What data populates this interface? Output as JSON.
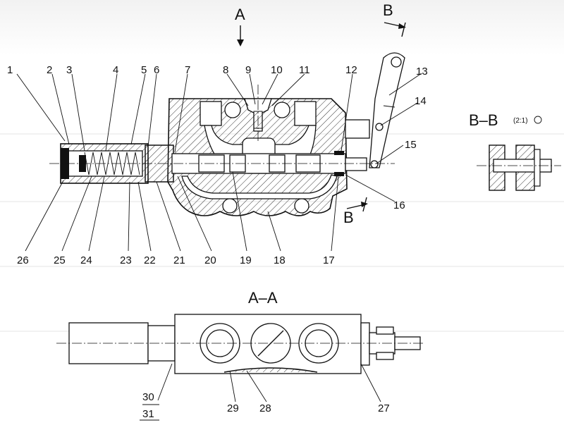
{
  "view_labels": {
    "arrow_a": "A",
    "arrow_b_top": "B",
    "arrow_b_bottom": "B",
    "section_bb": "B–B",
    "section_bb_scale": "(2:1)",
    "section_aa": "A–A"
  },
  "callouts": [
    "1",
    "2",
    "3",
    "4",
    "5",
    "6",
    "7",
    "8",
    "9",
    "10",
    "11",
    "12",
    "13",
    "14",
    "15",
    "16",
    "17",
    "18",
    "19",
    "20",
    "21",
    "22",
    "23",
    "24",
    "25",
    "26",
    "27",
    "28",
    "29",
    "30",
    "31"
  ]
}
